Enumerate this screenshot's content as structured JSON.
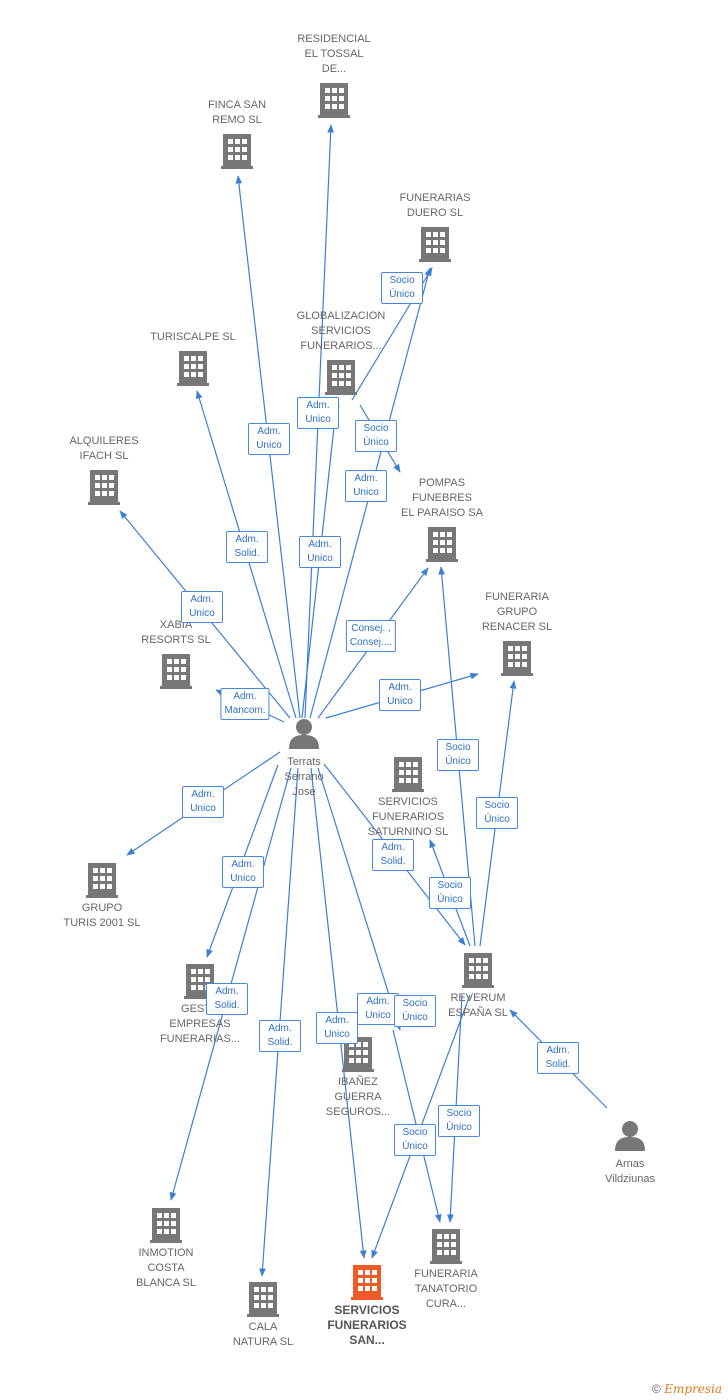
{
  "colors": {
    "edge": "#3a7fd5",
    "node": "#777777",
    "highlight": "#f05a28",
    "person": "#777777"
  },
  "nodes": [
    {
      "id": "residencial",
      "label": "RESIDENCIAL\nEL TOSSAL\nDE...",
      "type": "company",
      "icon": "building-icon"
    },
    {
      "id": "finca",
      "label": "FINCA SAN\nREMO  SL",
      "type": "company",
      "icon": "building-icon"
    },
    {
      "id": "duero",
      "label": "FUNERARIAS\nDUERO  SL",
      "type": "company",
      "icon": "building-icon"
    },
    {
      "id": "turiscalpe",
      "label": "TURISCALPE SL",
      "type": "company",
      "icon": "building-icon"
    },
    {
      "id": "globalizacion",
      "label": "GLOBALIZACION\nSERVICIOS\nFUNERARIOS...",
      "type": "company",
      "icon": "building-icon"
    },
    {
      "id": "alquileres",
      "label": "ALQUILERES\nIFACH SL",
      "type": "company",
      "icon": "building-icon"
    },
    {
      "id": "pompas",
      "label": "POMPAS\nFUNEBRES\nEL PARAISO SA",
      "type": "company",
      "icon": "building-icon"
    },
    {
      "id": "renacer",
      "label": "FUNERARIA\nGRUPO\nRENACER  SL",
      "type": "company",
      "icon": "building-icon"
    },
    {
      "id": "xabia",
      "label": "XABIA\nRESORTS  SL",
      "type": "company",
      "icon": "building-icon"
    },
    {
      "id": "terrats",
      "label": "Terrats\nSerrano\nJose",
      "type": "person",
      "icon": "person-icon"
    },
    {
      "id": "saturnino",
      "label": "SERVICIOS\nFUNERARIOS\nSATURNINO  SL",
      "type": "company",
      "icon": "building-icon"
    },
    {
      "id": "grupoturis",
      "label": "GRUPO\nTURIS 2001 SL",
      "type": "company",
      "icon": "building-icon"
    },
    {
      "id": "reverum",
      "label": "REVERUM\nESPAÑA  SL",
      "type": "company",
      "icon": "building-icon"
    },
    {
      "id": "gestion",
      "label": "GEST...\nEMPRESAS\nFUNERARIAS...",
      "type": "company",
      "icon": "building-icon"
    },
    {
      "id": "ibanez",
      "label": "IBAÑEZ\nGUERRA\nSEGUROS...",
      "type": "company",
      "icon": "building-icon"
    },
    {
      "id": "arnas",
      "label": "Arnas\nVildziunas",
      "type": "person",
      "icon": "person-icon"
    },
    {
      "id": "inmotion",
      "label": "INMOTION\nCOSTA\nBLANCA  SL",
      "type": "company",
      "icon": "building-icon"
    },
    {
      "id": "tanatorio",
      "label": "FUNERARIA\nTANATORIO\nCURA...",
      "type": "company",
      "icon": "building-icon"
    },
    {
      "id": "cala",
      "label": "CALA\nNATURA  SL",
      "type": "company",
      "icon": "building-icon"
    },
    {
      "id": "sanservicios",
      "label": "SERVICIOS\nFUNERARIOS\nSAN...",
      "type": "company",
      "icon": "building-icon",
      "highlight": true
    }
  ],
  "edges": [
    {
      "from": "terrats",
      "to": "finca",
      "label": "Adm.\nUnico"
    },
    {
      "from": "terrats",
      "to": "residencial",
      "label": "Adm.\nUnico"
    },
    {
      "from": "terrats",
      "to": "duero",
      "label": "Adm.\nUnico"
    },
    {
      "from": "globalizacion",
      "to": "duero",
      "label": "Socio\nÚnico"
    },
    {
      "from": "globalizacion",
      "to": "pompas",
      "label": "Socio\nÚnico"
    },
    {
      "from": "terrats",
      "to": "turiscalpe",
      "label": "Adm.\nSolid."
    },
    {
      "from": "terrats",
      "to": "globalizacion",
      "label": "Adm.\nUnico"
    },
    {
      "from": "terrats",
      "to": "alquileres",
      "label": "Adm.\nUnico"
    },
    {
      "from": "terrats",
      "to": "pompas",
      "label": "Consej. ,\nConsej...."
    },
    {
      "from": "terrats",
      "to": "xabia",
      "label": "Adm.\nMancom."
    },
    {
      "from": "terrats",
      "to": "renacer",
      "label": "Adm.\nUnico"
    },
    {
      "from": "terrats",
      "to": "grupoturis",
      "label": "Adm.\nUnico"
    },
    {
      "from": "terrats",
      "to": "reverum",
      "label": "Adm.\nSolid."
    },
    {
      "from": "reverum",
      "to": "pompas",
      "label": "Socio\nÚnico"
    },
    {
      "from": "reverum",
      "to": "renacer",
      "label": "Socio\nÚnico"
    },
    {
      "from": "reverum",
      "to": "saturnino",
      "label": "Socio\nÚnico"
    },
    {
      "from": "terrats",
      "to": "gestion",
      "label": "Adm.\nUnico"
    },
    {
      "from": "terrats",
      "to": "inmotion",
      "label": "Adm.\nSolid."
    },
    {
      "from": "terrats",
      "to": "cala",
      "label": "Adm.\nSolid."
    },
    {
      "from": "terrats",
      "to": "sanservicios",
      "label": "Adm.\nUnico"
    },
    {
      "from": "terrats",
      "to": "ibanez",
      "label": "Adm.\nUnico"
    },
    {
      "from": "reverum",
      "to": "ibanez",
      "label": "Socio\nÚnico"
    },
    {
      "from": "reverum",
      "to": "tanatorio",
      "label": "Socio\nÚnico"
    },
    {
      "from": "ibanez",
      "to": "sanservicios",
      "label": "Socio\nÚnico"
    },
    {
      "from": "arnas",
      "to": "reverum",
      "label": "Adm.\nSolid."
    }
  ],
  "footer": {
    "copyright": "©",
    "brand": "Empresia"
  }
}
